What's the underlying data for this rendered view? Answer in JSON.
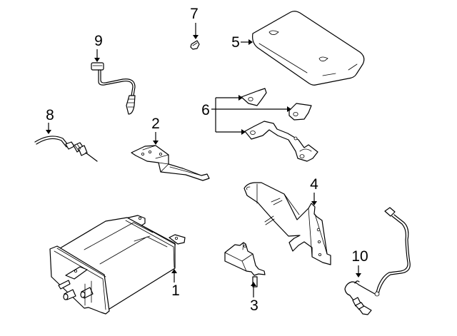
{
  "diagram": {
    "type": "exploded-parts-diagram",
    "background_color": "#ffffff",
    "line_color": "#000000",
    "callouts": [
      {
        "number": "1",
        "part": "vapor-canister"
      },
      {
        "number": "2",
        "part": "canister-bracket"
      },
      {
        "number": "3",
        "part": "purge-solenoid-valve"
      },
      {
        "number": "4",
        "part": "solenoid-bracket"
      },
      {
        "number": "5",
        "part": "canister-cover"
      },
      {
        "number": "6",
        "part": "mounting-brackets"
      },
      {
        "number": "7",
        "part": "clip"
      },
      {
        "number": "8",
        "part": "oxygen-sensor-front"
      },
      {
        "number": "9",
        "part": "oxygen-sensor-upper"
      },
      {
        "number": "10",
        "part": "oxygen-sensor-rear"
      }
    ]
  }
}
